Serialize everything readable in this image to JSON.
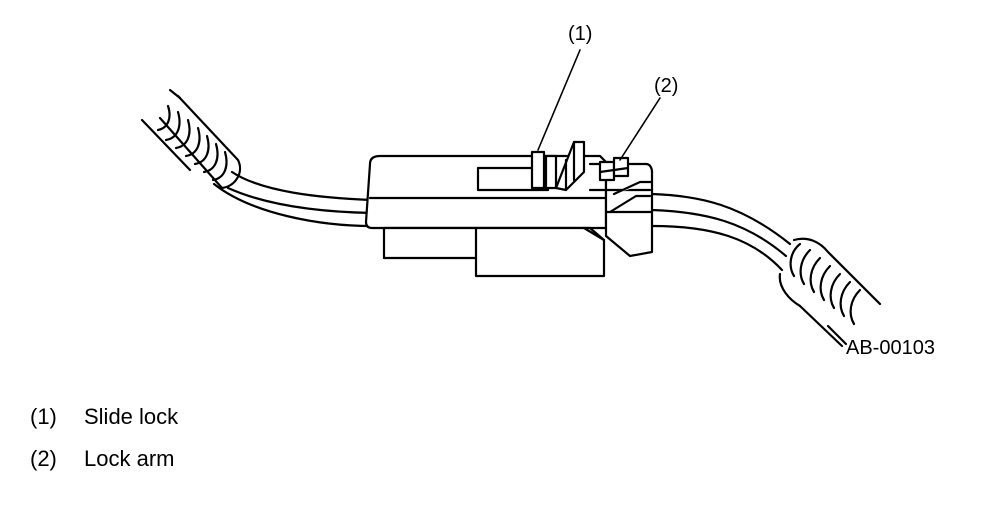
{
  "diagram": {
    "figure_id": "AB-00103",
    "callouts": [
      {
        "number": "(1)"
      },
      {
        "number": "(2)"
      }
    ]
  },
  "legend": {
    "items": [
      {
        "number": "(1)",
        "label": "Slide lock"
      },
      {
        "number": "(2)",
        "label": "Lock arm"
      }
    ]
  }
}
